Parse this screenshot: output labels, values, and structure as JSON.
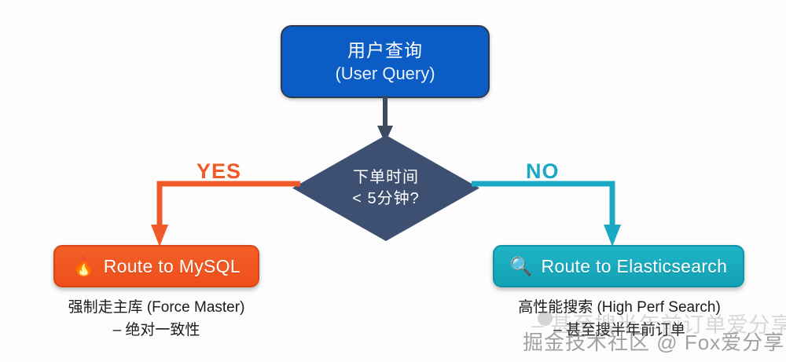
{
  "diagram": {
    "title_node": {
      "line1": "用户查询",
      "line2": "(User Query)",
      "color": "#0b5cc4"
    },
    "decision_node": {
      "line1": "下单时间",
      "line2": "< 5分钟?",
      "color": "#3e5071"
    },
    "branches": {
      "yes": {
        "label": "YES",
        "color": "#ef5a28"
      },
      "no": {
        "label": "NO",
        "color": "#1aa9c4"
      }
    },
    "actions": {
      "mysql": {
        "icon": "fire-icon",
        "icon_glyph": "🔥",
        "label": "Route to MySQL",
        "color": "#f0531e",
        "caption_line1": "强制走主库 (Force Master)",
        "caption_line2": "– 绝对一致性"
      },
      "elasticsearch": {
        "icon": "magnifier-icon",
        "icon_glyph": "🔍",
        "label": "Route to Elasticsearch",
        "color": "#1aa9bd",
        "caption_line1": "高性能搜索 (High Perf Search)",
        "caption_line2": "– 甚至搜半年前订单"
      }
    },
    "watermark": {
      "back_text": "– 甚至搜半年前订单爱分享",
      "front_text": "掘金技术社区 @ Fox爱分享"
    }
  }
}
